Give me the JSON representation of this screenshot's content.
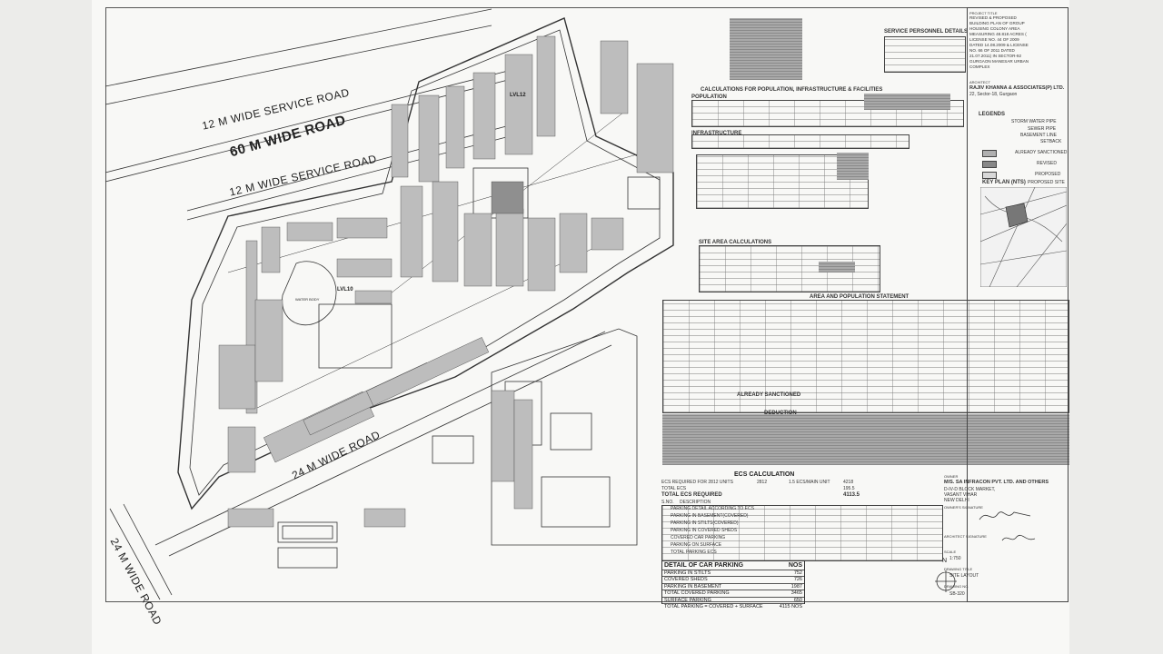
{
  "roads": {
    "service_road_top": "12 M WIDE SERVICE ROAD",
    "main_road": "60 M WIDE ROAD",
    "service_road_bottom": "12 M WIDE SERVICE ROAD",
    "road_24_diag": "24 M WIDE ROAD",
    "road_24_left": "24 M WIDE ROAD"
  },
  "site_labels": {
    "lvl_top": "LVL12",
    "lvl_mid": "LVL10",
    "water_body": "WATER BODY",
    "north": "N"
  },
  "sheet": {
    "service_title": "SERVICE PERSONNEL DETAILS",
    "calc_title": "CALCULATIONS FOR POPULATION, INFRASTRUCTURE & FACILITIES",
    "population": "POPULATION",
    "infrastructure": "INFRASTRUCTURE",
    "site_area": "SITE AREA CALCULATIONS",
    "area_statement": "AREA AND POPULATION STATEMENT",
    "already_sanctioned": "ALREADY SANCTIONED",
    "deduction": "DEDUCTION",
    "ecs_required": "ECS REQUIRED",
    "ecs_total": "4113.5"
  },
  "title_block": {
    "project_title_lbl": "PROJECT TITLE",
    "project_title": "REVISED & PROPOSED BUILDING PLAN OF GROUP HOUSING COLONY AREA MEASURING 48.818 ACRES ( LICENSE NO. 44 OF 2009 DATED 14.08.2009 & LICENSE NO. 66 OF 2011 DATED 21.07.2011) IN SECTOR-92 GURGAON MANESAR URBAN COMPLEX",
    "architect_lbl": "ARCHITECT",
    "architect": "RAJIV KHANNA & ASSOCIATES(P) LTD.",
    "architect_addr": "22, Sector-18, Gurgaon",
    "legends": "LEGENDS",
    "legend_items": [
      "STORM WATER PIPE",
      "SEWER PIPE",
      "BASEMENT LINE",
      "SETBACK",
      "ALREADY SANCTIONED",
      "REVISED",
      "PROPOSED"
    ],
    "key_plan": "KEY PLAN (NTS)",
    "proposed_site": "PROPOSED SITE",
    "owner_lbl": "OWNER",
    "owner": "M/S. SA INFRACON PVT. LTD. AND OTHERS",
    "owner_addr_1": "D-IV-D BLOCK MARKET,",
    "owner_addr_2": "VASANT VIHAR",
    "owner_addr_3": "NEW DELHI",
    "owner_sig": "OWNER'S SIGNATURE",
    "architect_sig": "ARCHITECT SIGNATURE",
    "scale_lbl": "SCALE",
    "scale": "1:750",
    "drawing_title_lbl": "DRAWING TITLE",
    "drawing_title": "SITE LAYOUT",
    "drawing_no_lbl": "DRAWING NO.",
    "drawing_no": "SB-320"
  },
  "ecs": {
    "title": "ECS CALCULATION",
    "req_units": "ECS REQUIRED FOR 2812 UNITS",
    "units": "2812",
    "rate": "1.5 ECS/MAIN UNIT",
    "val1": "4218",
    "total_ecs": "TOTAL ECS",
    "total_ecs_val": "195.5",
    "ecs_required": "TOTAL ECS REQUIRED",
    "ecs_required_val": "4113.5",
    "col_sno": "S.NO.",
    "col_desc": "DESCRIPTION",
    "rows": [
      "PARKING DETAIL ACCORDING TO ECS",
      "PARKING IN BASEMENT(COVERED)",
      "PARKING IN STILTS(COVERED)",
      "PARKING IN COVERED SHEDS",
      "COVERED CAR PARKING",
      "PARKING ON SURFACE",
      "TOTAL PARKING ECS"
    ]
  },
  "parking": {
    "title": "DETAIL OF CAR PARKING",
    "nos": "NOS",
    "rows": [
      {
        "label": "PARKING IN STILTS",
        "val": "752"
      },
      {
        "label": "COVERED SHEDS",
        "val": "726"
      },
      {
        "label": "PARKING IN BASEMENT",
        "val": "1987"
      },
      {
        "label": "TOTAL COVERED PARKING",
        "val": "3465"
      },
      {
        "label": "SURFACE PARKING",
        "val": "650"
      },
      {
        "label": "TOTAL PARKING = COVERED + SURFACE",
        "val": "4115 NOS"
      }
    ]
  }
}
